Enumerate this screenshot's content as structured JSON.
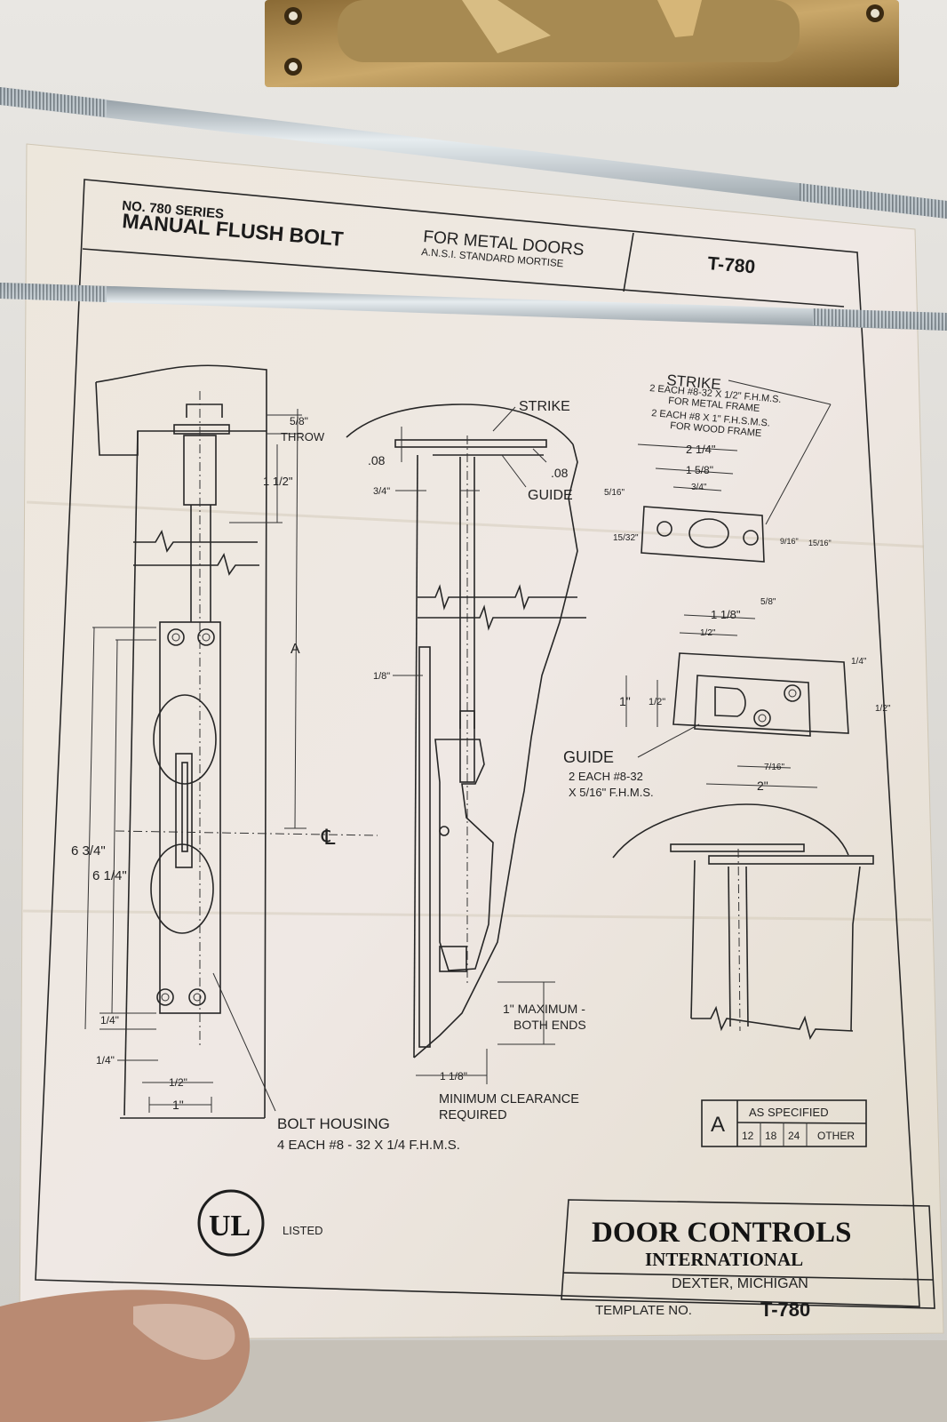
{
  "header": {
    "series": "NO. 780 SERIES",
    "title": "MANUAL FLUSH BOLT",
    "subtitle": "FOR METAL DOORS",
    "subtitle2": "A.N.S.I. STANDARD MORTISE",
    "code": "T-780"
  },
  "labels": {
    "throw_dim": "5/8\"",
    "throw": "THROW",
    "dim_1_1_2": "1 1/2\"",
    "a": "A",
    "cl": "℄",
    "dim_6_3_4": "6 3/4\"",
    "dim_6_1_4": "6 1/4\"",
    "dim_1_4_a": "1/4\"",
    "dim_1_4_b": "1/4\"",
    "dim_1_2": "1/2\"",
    "dim_1": "1\"",
    "strike_mid": "STRIKE",
    "dim_08_a": ".08",
    "dim_08_b": ".08",
    "dim_3_4": "3/4\"",
    "guide_mid": "GUIDE",
    "dim_1_8": "1/8\"",
    "max": "1\" MAXIMUM -",
    "both_ends": "BOTH ENDS",
    "dim_1_1_8": "1 1/8\"",
    "min_clear": "MINIMUM CLEARANCE",
    "required": "REQUIRED",
    "bolt_housing": "BOLT HOUSING",
    "bolt_housing_spec": "4 EACH #8 - 32 X 1/4 F.H.M.S.",
    "strike_title": "STRIKE",
    "strike_spec1": "2 EACH #8-32 X 1/2\" F.H.M.S.",
    "strike_spec2": "FOR METAL FRAME",
    "strike_spec3": "2 EACH #8 X 1\" F.H.S.M.S.",
    "strike_spec4": "FOR WOOD FRAME",
    "s_2_1_4": "2 1/4\"",
    "s_1_5_8": "1 5/8\"",
    "s_3_4": "3/4\"",
    "s_5_16": "5/16\"",
    "s_15_32": "15/32\"",
    "s_9_16": "9/16\"",
    "s_15_16": "15/16\"",
    "g_1_1_8": "1 1/8\"",
    "g_5_8": "5/8\"",
    "g_1_2_top": "1/2\"",
    "g_1": "1\"",
    "g_1_2_left": "1/2\"",
    "g_1_4": "1/4\"",
    "g_1_2_right": "1/2\"",
    "g_7_16": "7/16\"",
    "g_2": "2\"",
    "guide_title": "GUIDE",
    "guide_spec1": "2 EACH #8-32",
    "guide_spec2": "X 5/16\" F.H.M.S."
  },
  "spec_table": {
    "letter": "A",
    "header": "AS SPECIFIED",
    "cells": [
      "12",
      "18",
      "24",
      "OTHER"
    ]
  },
  "footer": {
    "ul": "UL",
    "listed": "LISTED",
    "company1": "DOOR CONTROLS",
    "company2": "INTERNATIONAL",
    "city": "DEXTER, MICHIGAN",
    "template_label": "TEMPLATE NO.",
    "template_no": "T-780"
  },
  "colors": {
    "paper": "#ece6da",
    "ink": "#222222",
    "rod": "#b9c2c8",
    "brass": "#b9995a"
  }
}
